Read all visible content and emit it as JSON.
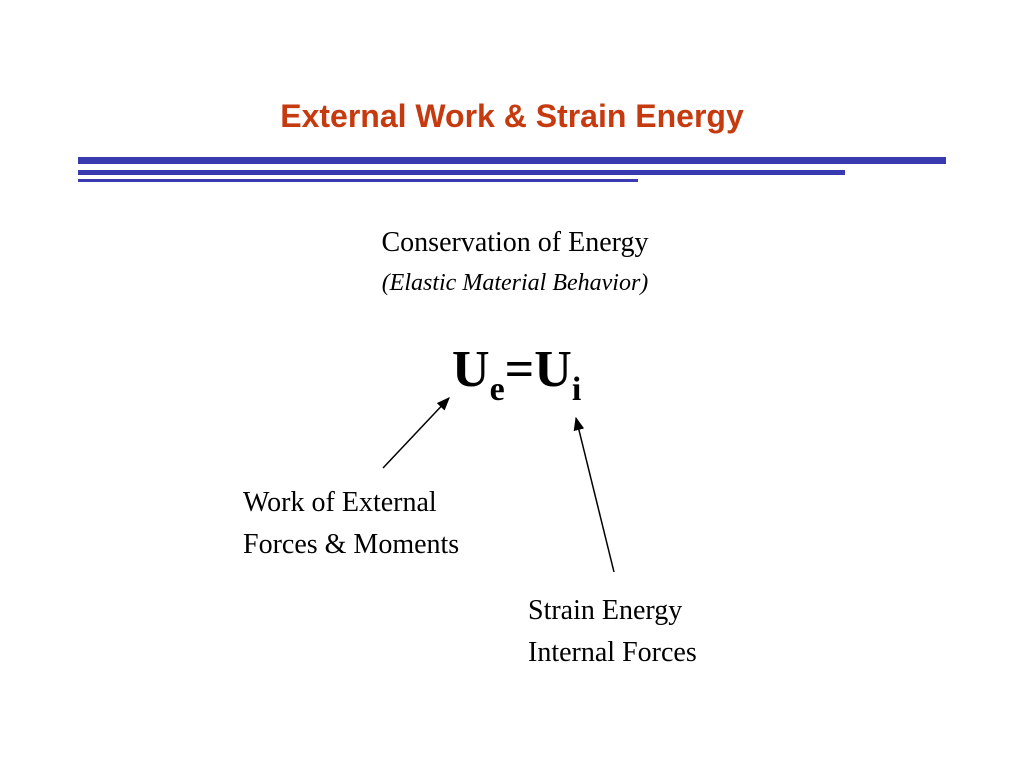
{
  "slide": {
    "title": "External Work & Strain Energy",
    "heading": "Conservation of Energy",
    "subheading": "(Elastic Material Behavior)",
    "equation": {
      "left_symbol": "U",
      "left_subscript": "e",
      "operator": "=",
      "right_symbol": "U",
      "right_subscript": "i"
    },
    "label_external": {
      "line1": "Work of External",
      "line2": "Forces & Moments"
    },
    "label_internal": {
      "line1": "Strain Energy",
      "line2": "Internal Forces"
    }
  },
  "colors": {
    "title": "#c63a0f",
    "rules": "#3a3ab0",
    "text": "#000000"
  }
}
